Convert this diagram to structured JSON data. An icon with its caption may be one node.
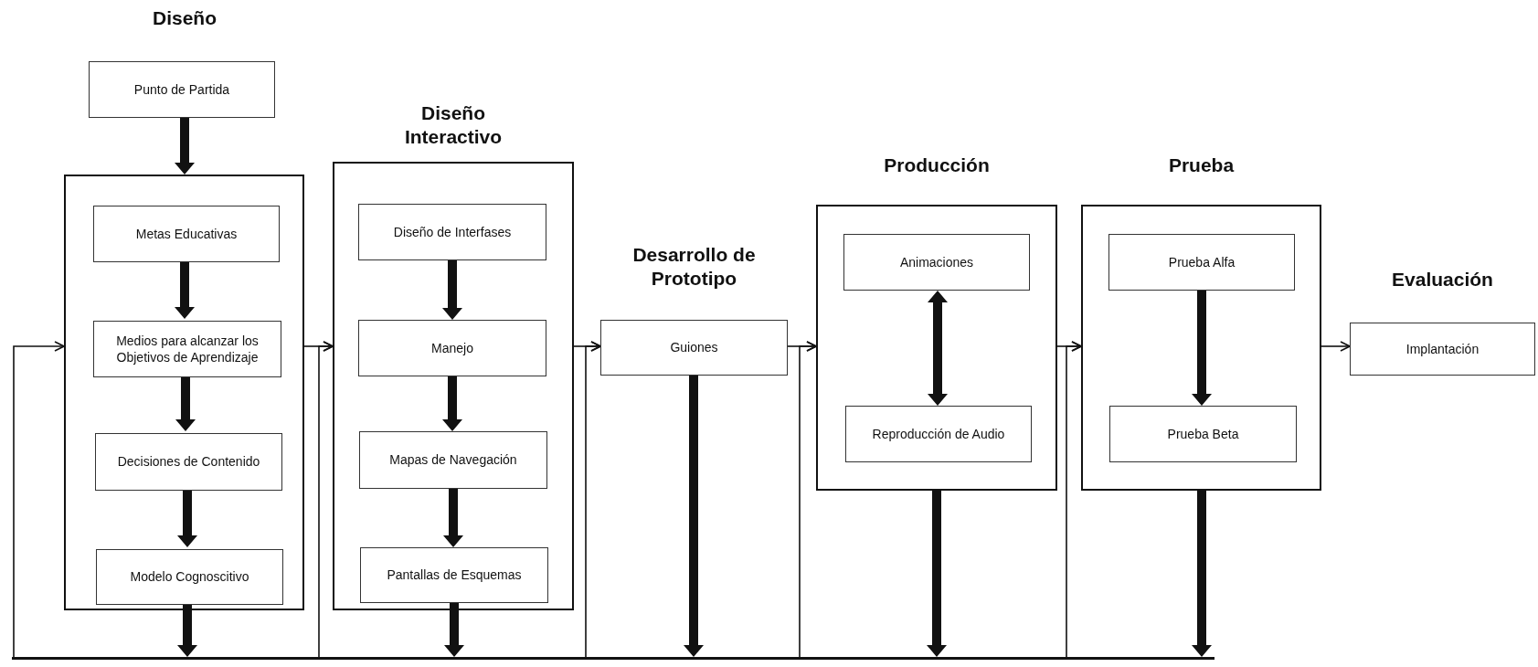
{
  "diagram": {
    "nodes": [
      {
        "text": [],
        "shape": "box"
      },
      {
        "text": [
          "Punto de Partida"
        ]
      },
      {
        "text": [
          "Metas Educativas"
        ],
        "in": 0
      },
      {
        "text": [
          "Medios para alcanzar los Objetivos de Aprendizaje"
        ],
        "in": 0
      },
      {
        "text": [
          "Decisiones de Contenido"
        ],
        "in": 0
      },
      {
        "text": [
          "Modelo Cognoscitivo"
        ],
        "in": 0
      },
      {
        "text": [
          "Diseño Interactivo"
        ]
      },
      {
        "text": [
          "Diseño de Interfases"
        ],
        "in": 6
      },
      {
        "text": [
          "Manejo"
        ],
        "in": 6
      },
      {
        "text": [
          "Mapas de Navegación"
        ],
        "in": 6
      },
      {
        "text": [
          "Pantallas de Esquemas"
        ],
        "in": 6
      },
      {
        "text": [
          "Desarrollo de Prototipo",
          "Guiones"
        ]
      },
      {
        "text": [
          "Producción"
        ]
      },
      {
        "text": [
          "Animaciones"
        ],
        "in": 12
      },
      {
        "text": [
          "Reproducción de Audio"
        ],
        "in": 12
      },
      {
        "text": [
          "Prueba"
        ]
      },
      {
        "text": [
          "Prueba Alfa"
        ],
        "in": 15
      },
      {
        "text": [
          "Prueba Beta"
        ],
        "in": 15
      },
      {
        "text": [
          "Evaluación",
          "Implantación"
        ]
      },
      {
        "text": [],
        "shape": "bar"
      }
    ],
    "edges": [
      {
        "from": 1,
        "to": 0,
        "arrow": "to",
        "style": "thick"
      },
      {
        "from": 2,
        "to": 3,
        "arrow": "to",
        "style": "thick"
      },
      {
        "from": 3,
        "to": 4,
        "arrow": "to",
        "style": "thick"
      },
      {
        "from": 4,
        "to": 5,
        "arrow": "to",
        "style": "thick"
      },
      {
        "from": 7,
        "to": 8,
        "arrow": "to",
        "style": "thick"
      },
      {
        "from": 8,
        "to": 9,
        "arrow": "to",
        "style": "thick"
      },
      {
        "from": 9,
        "to": 10,
        "arrow": "to",
        "style": "thick"
      },
      {
        "from": 13,
        "to": 14,
        "arrow": "both",
        "style": "thick"
      },
      {
        "from": 16,
        "to": 17,
        "arrow": "to",
        "style": "thick"
      },
      {
        "from": 0,
        "to": 6,
        "arrow": "to"
      },
      {
        "from": 6,
        "to": 11,
        "arrow": "to"
      },
      {
        "from": 11,
        "to": 12,
        "arrow": "to"
      },
      {
        "from": 12,
        "to": 15,
        "arrow": "to"
      },
      {
        "from": 15,
        "to": 18,
        "arrow": "to"
      },
      {
        "from": 5,
        "to": 19,
        "arrow": "to",
        "style": "thick"
      },
      {
        "from": 10,
        "to": 19,
        "arrow": "to",
        "style": "thick"
      },
      {
        "from": 11,
        "to": 19,
        "arrow": "to",
        "style": "thick"
      },
      {
        "from": 12,
        "to": 19,
        "arrow": "to",
        "style": "thick"
      },
      {
        "from": 15,
        "to": 19,
        "arrow": "to",
        "style": "thick"
      },
      {
        "from": 19,
        "to": 0,
        "arrow": "to"
      },
      {
        "from": 19,
        "to": 6,
        "arrow": "to"
      },
      {
        "from": 19,
        "to": 11,
        "arrow": "to"
      },
      {
        "from": 19,
        "to": 12,
        "arrow": "to"
      },
      {
        "from": 19,
        "to": 15,
        "arrow": "to"
      }
    ],
    "labels": [
      "Diseño"
    ]
  }
}
